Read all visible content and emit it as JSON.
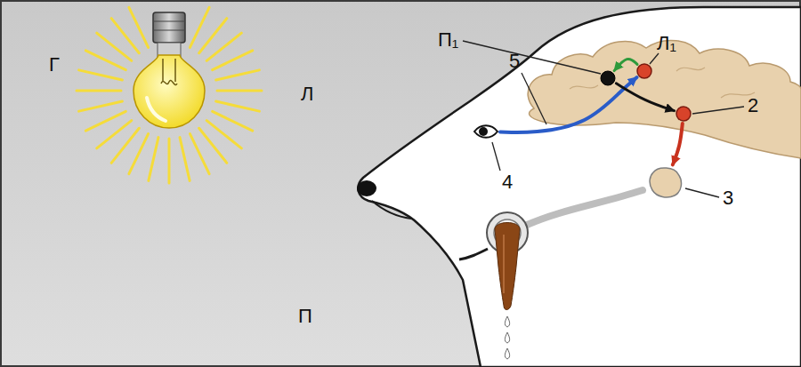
{
  "diagram": {
    "nodes": [
      {
        "text": [
          "П₁"
        ]
      },
      {
        "text": [
          "Л₁"
        ]
      },
      {
        "text": [
          "2"
        ]
      },
      {
        "text": [
          "3"
        ]
      },
      {
        "text": [
          "4"
        ]
      }
    ],
    "edges": [
      {
        "from": 4,
        "to": 1,
        "arrow": "to"
      },
      {
        "from": 1,
        "to": 0,
        "arrow": "to"
      },
      {
        "from": 0,
        "to": 2,
        "arrow": "to"
      },
      {
        "from": 2,
        "to": 3,
        "arrow": "to"
      }
    ],
    "labels": [
      "Г",
      "Л",
      "П",
      "5"
    ]
  }
}
